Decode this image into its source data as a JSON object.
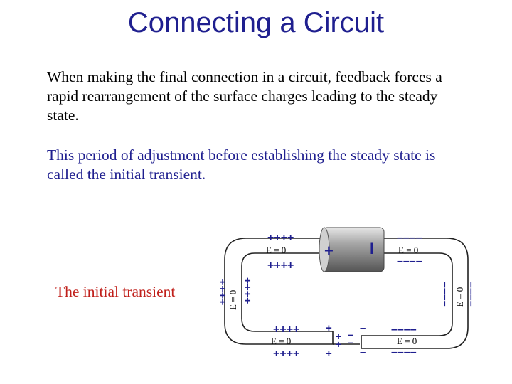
{
  "slide": {
    "title": "Connecting a Circuit",
    "paragraph1": "When making the final connection in a circuit, feedback forces a rapid rearrangement of the surface charges leading to the steady state.",
    "paragraph2": "This period of adjustment before establishing the steady state is called the initial transient.",
    "caption": "The initial transient"
  },
  "diagram": {
    "field_label": "E = 0",
    "plus_group": "++++",
    "minus_group": "––––",
    "battery_plus": "+",
    "battery_minus": "I",
    "gap_plus": "+",
    "gap_minus": "–",
    "colors": {
      "wire": "#222222",
      "charge": "#1f1f8f",
      "battery": "#808080"
    }
  }
}
